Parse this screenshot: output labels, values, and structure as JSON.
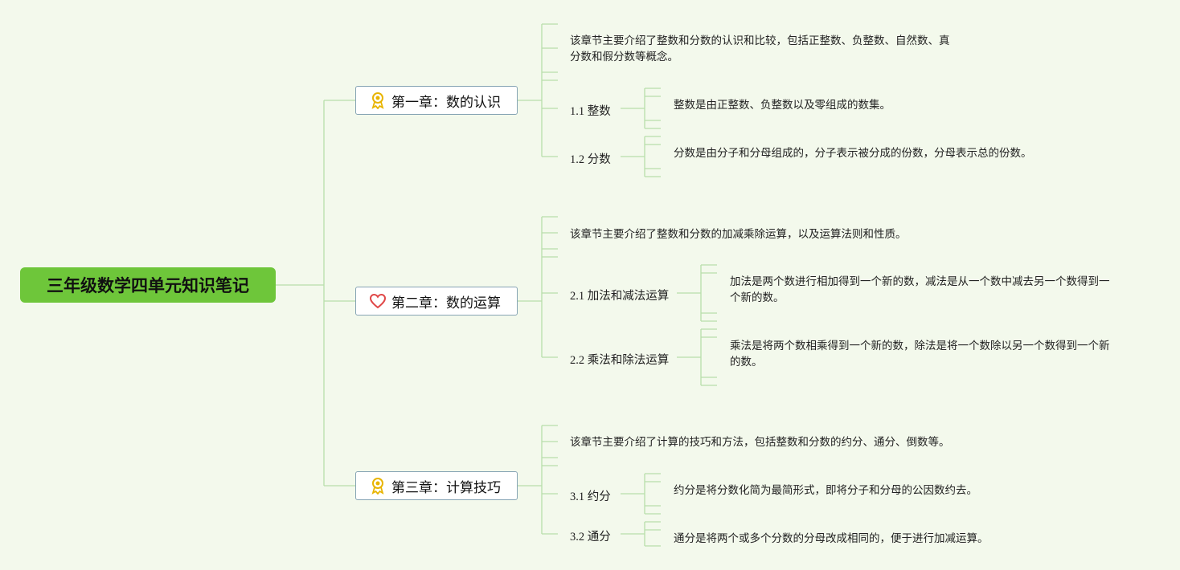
{
  "root": {
    "title": "三年级数学四单元知识笔记"
  },
  "chapters": [
    {
      "title": "第一章：数的认识",
      "icon": "award-ribbon-icon",
      "summary": [
        "该章节主要介绍了整数和分数的认识和比较，包括正整数、负整数、自然数、真",
        "分数和假分数等概念。"
      ],
      "sections": [
        {
          "label": "1.1 整数",
          "detail": [
            "整数是由正整数、负整数以及零组成的数集。"
          ]
        },
        {
          "label": "1.2 分数",
          "detail": [
            "分数是由分子和分母组成的，分子表示被分成的份数，分母表示总的份数。"
          ]
        }
      ]
    },
    {
      "title": "第二章：数的运算",
      "icon": "heart-icon",
      "summary": [
        "该章节主要介绍了整数和分数的加减乘除运算，以及运算法则和性质。"
      ],
      "sections": [
        {
          "label": "2.1 加法和减法运算",
          "detail": [
            "加法是两个数进行相加得到一个新的数，减法是从一个数中减去另一个数得到一",
            "个新的数。"
          ]
        },
        {
          "label": "2.2 乘法和除法运算",
          "detail": [
            "乘法是将两个数相乘得到一个新的数，除法是将一个数除以另一个数得到一个新",
            "的数。"
          ]
        }
      ]
    },
    {
      "title": "第三章：计算技巧",
      "icon": "award-ribbon-icon",
      "summary": [
        "该章节主要介绍了计算的技巧和方法，包括整数和分数的约分、通分、倒数等。"
      ],
      "sections": [
        {
          "label": "3.1 约分",
          "detail": [
            "约分是将分数化简为最简形式，即将分子和分母的公因数约去。"
          ]
        },
        {
          "label": "3.2 通分",
          "detail": [
            "通分是将两个或多个分数的分母改成相同的，便于进行加减运算。"
          ]
        }
      ]
    }
  ],
  "colors": {
    "background": "#f3f9ec",
    "root": "#6ec63a",
    "connector": "#b8deaa",
    "chapter_border": "#86a4b4",
    "award": "#e8b400",
    "heart": "#e04848"
  }
}
